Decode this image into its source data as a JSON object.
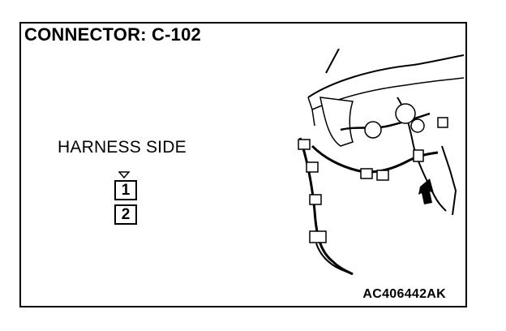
{
  "title": "CONNECTOR: C-102",
  "connector": {
    "view_label": "HARNESS SIDE",
    "pins": [
      "1",
      "2"
    ]
  },
  "figure_code": "AC406442AK",
  "illustration": {
    "subject": "dash-harness-area",
    "locator": "arrow-icon"
  },
  "colors": {
    "line": "#000000",
    "background": "#ffffff"
  }
}
